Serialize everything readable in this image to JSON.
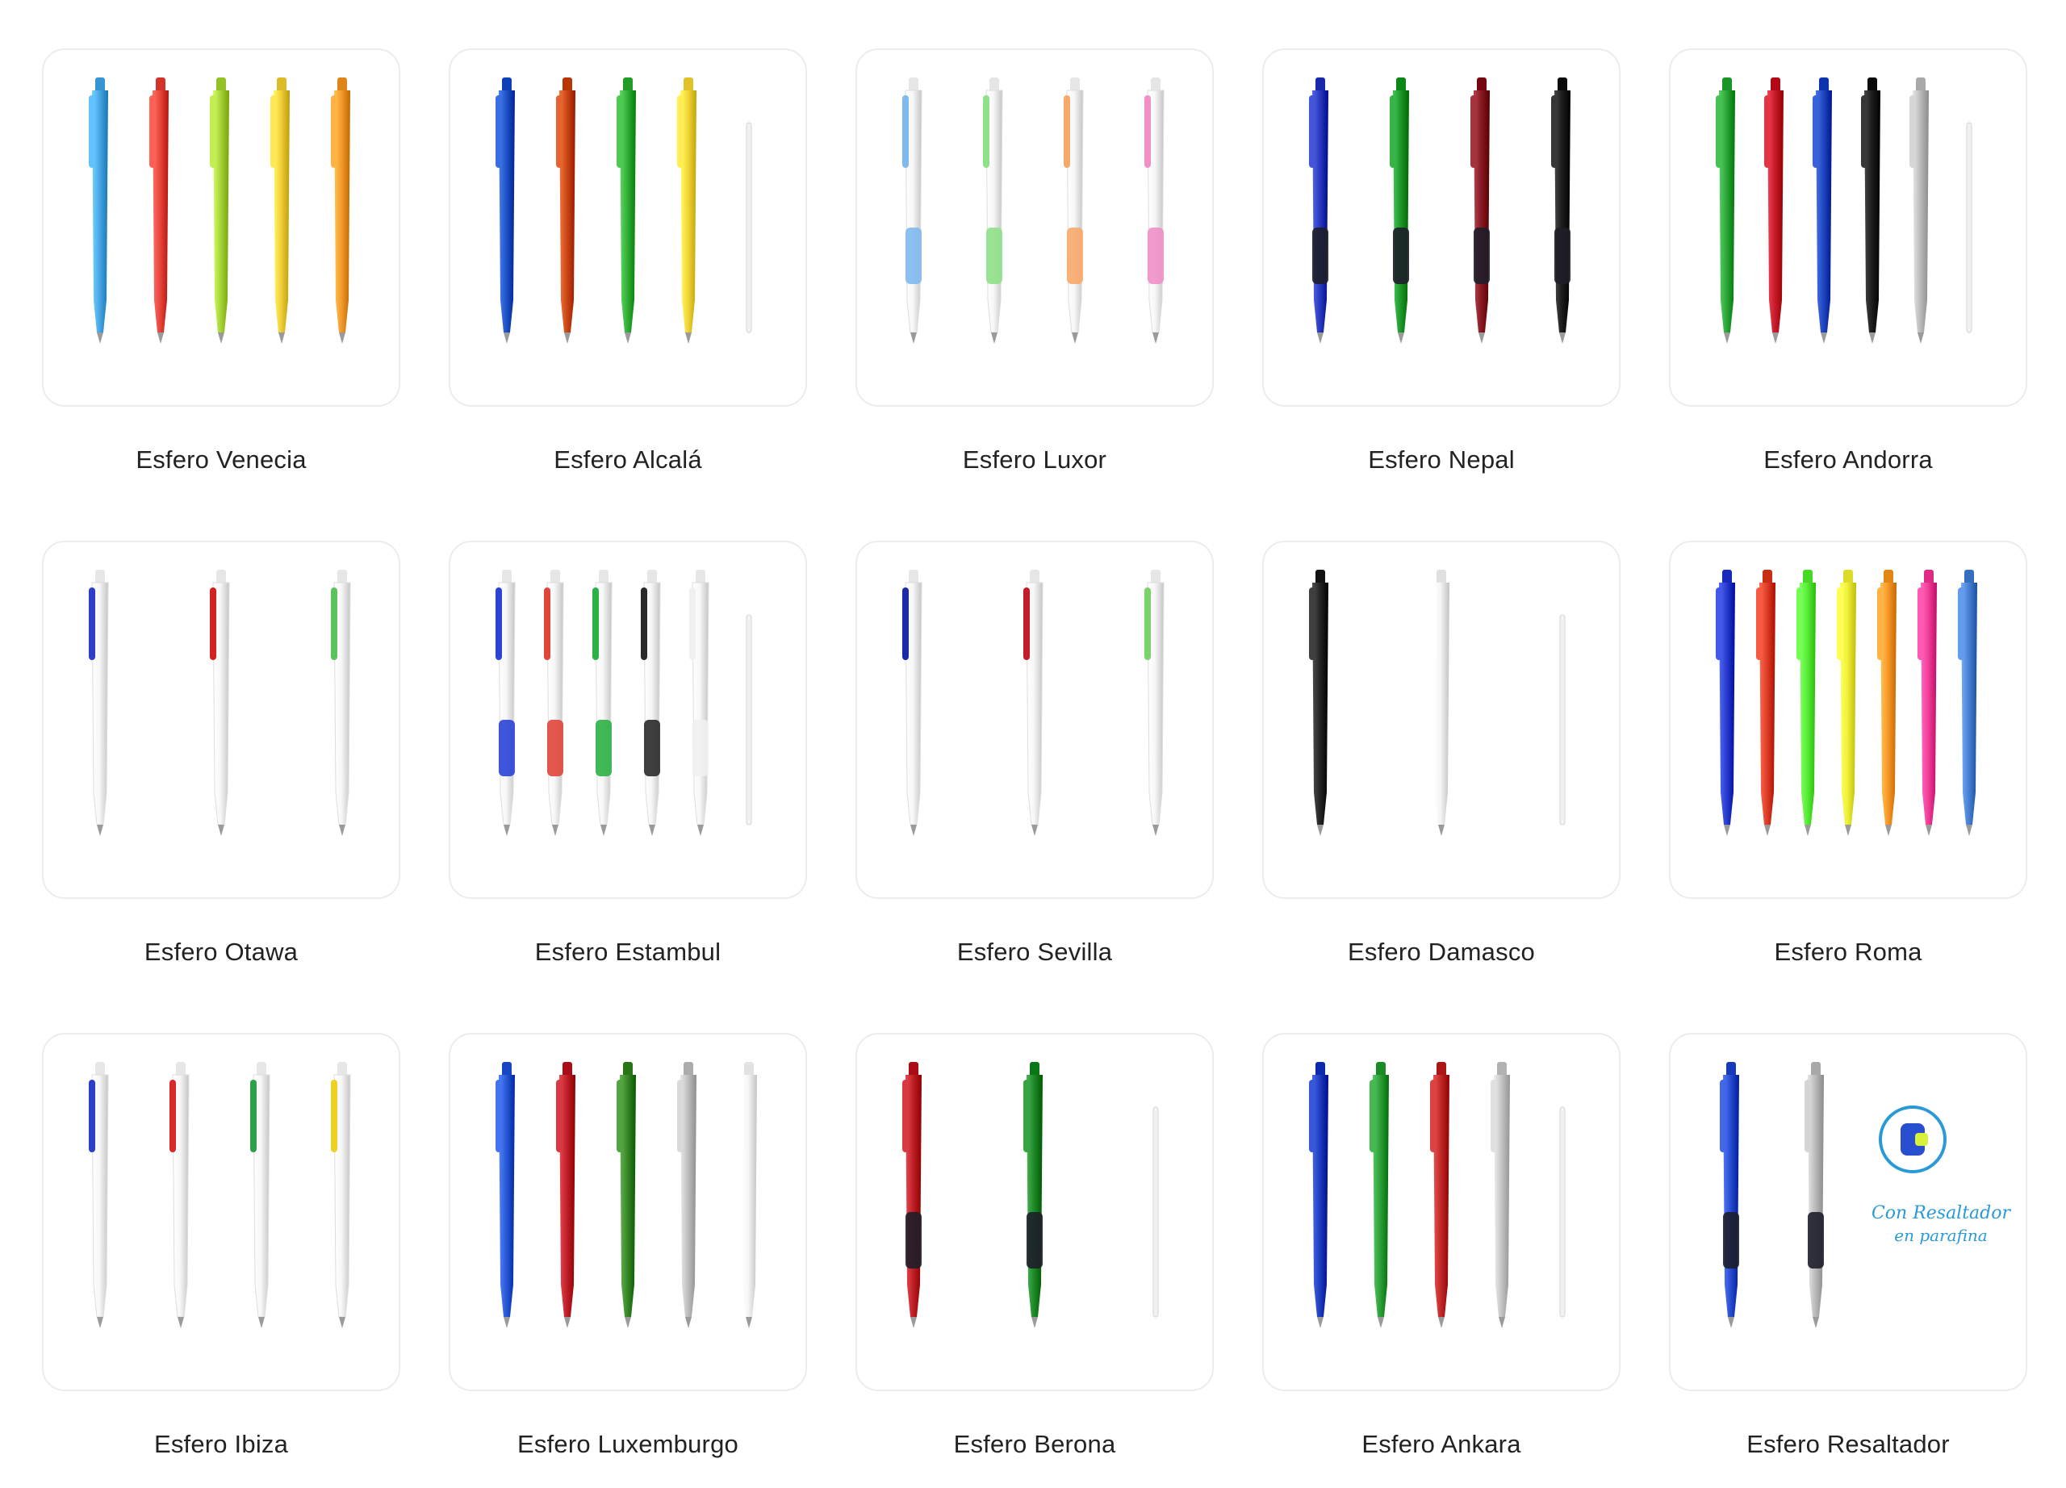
{
  "products": [
    {
      "name": "Esfero Venecia",
      "style": "venecia",
      "pens": [
        "#4aa8e6",
        "#e8473e",
        "#a8d63a",
        "#f0cf3a",
        "#f39a2c"
      ],
      "refill": false
    },
    {
      "name": "Esfero Alcalá",
      "style": "alcala",
      "pens": [
        "#1f55c8",
        "#cc4a16",
        "#35b13a",
        "#f2d63a"
      ],
      "refill": true
    },
    {
      "name": "Esfero Luxor",
      "style": "luxor",
      "pens": [
        "#7fb9ee",
        "#8fe08a",
        "#f7a96a",
        "#f08fc8"
      ],
      "refill": false
    },
    {
      "name": "Esfero Nepal",
      "style": "nepal",
      "pens": [
        "#2b3cc0",
        "#1f9a2c",
        "#8a1a24",
        "#1e1e1e"
      ],
      "refill": false
    },
    {
      "name": "Esfero Andorra",
      "style": "andorra",
      "pens": [
        "#2ea83a",
        "#c81c2c",
        "#2048c0",
        "#1e1e1e",
        "#bdbdbd"
      ],
      "refill": true
    },
    {
      "name": "Esfero Otawa",
      "style": "otawa",
      "pens": [
        "#2f3ec8",
        "#d42222",
        "#5cc25c"
      ],
      "refill": false
    },
    {
      "name": "Esfero Estambul",
      "style": "estambul",
      "pens": [
        "#2a44d6",
        "#e0453a",
        "#2cb144",
        "#2a2a2a",
        "#f0f0f0"
      ],
      "refill": true
    },
    {
      "name": "Esfero Sevilla",
      "style": "sevilla",
      "pens": [
        "#1d2aa8",
        "#c41c2a",
        "#7ad46a"
      ],
      "refill": false
    },
    {
      "name": "Esfero Damasco",
      "style": "damasco",
      "pens": [
        "#262626",
        "#f4f4f4"
      ],
      "refill": true
    },
    {
      "name": "Esfero Roma",
      "style": "roma",
      "pens": [
        "#2a3ed0",
        "#de4028",
        "#5aee3a",
        "#f0f03a",
        "#f89a2a",
        "#f2409a",
        "#4a82d4"
      ],
      "refill": false
    },
    {
      "name": "Esfero Ibiza",
      "style": "ibiza",
      "pens": [
        "#2a3ec8",
        "#d8282a",
        "#2ea04a",
        "#f0d022"
      ],
      "refill": false
    },
    {
      "name": "Esfero Luxemburgo",
      "style": "luxemburgo",
      "pens": [
        "#2a5ad6",
        "#c0202a",
        "#3a8a2a",
        "#c0c0c0",
        "#f6f6f6"
      ],
      "refill": false
    },
    {
      "name": "Esfero Berona",
      "style": "berona",
      "pens": [
        "#c02028",
        "#1f8a2a"
      ],
      "refill": true
    },
    {
      "name": "Esfero Ankara",
      "style": "ankara",
      "pens": [
        "#1f3ec0",
        "#2ea03a",
        "#c22a2a",
        "#c6c6c6"
      ],
      "refill": true
    },
    {
      "name": "Esfero Resaltador",
      "style": "resaltador",
      "pens": [
        "#2a4ed0",
        "#bcbcbc"
      ],
      "refill": false,
      "note_line1": "Con Resaltador",
      "note_line2": "en parafina"
    }
  ]
}
